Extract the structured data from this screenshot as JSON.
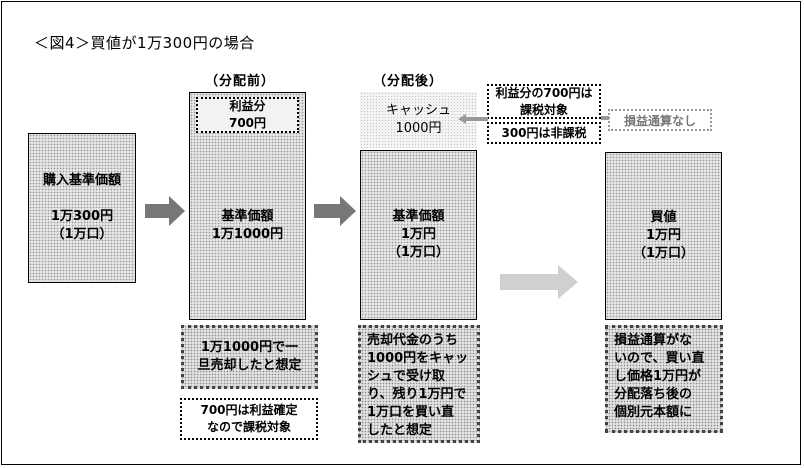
{
  "title": "＜図4＞買値が1万300円の場合",
  "columns": {
    "before": "（分配前）",
    "after": "（分配後）"
  },
  "purchase_box": {
    "line1": "購入基準価額",
    "line2": "1万300円",
    "line3": "（1万口）"
  },
  "before_box": {
    "profit_line1": "利益分",
    "profit_line2": "700円",
    "line1": "基準価額",
    "line2": "1万1000円"
  },
  "cash_box": {
    "line1": "キャッシュ",
    "line2": "1000円"
  },
  "after_box": {
    "line1": "基準価額",
    "line2": "1万円",
    "line3": "（1万口）"
  },
  "buy_box": {
    "line1": "買値",
    "line2": "1万円",
    "line3": "（1万口）"
  },
  "tax_notes": {
    "taxable_line1": "利益分の700円は",
    "taxable_line2": "課税対象",
    "non_taxable": "300円は非課税",
    "no_offset": "損益通算なし"
  },
  "notes": {
    "sold_line1": "1万1000円で一",
    "sold_line2": "旦売却したと想定",
    "profit_fixed_line1": "700円は利益確定",
    "profit_fixed_line2": "なので課税対象",
    "rebuy_line1": "売却代金のうち",
    "rebuy_line2": "1000円をキャッ",
    "rebuy_line3": "シュで受け取",
    "rebuy_line4": "り、残り1万円で",
    "rebuy_line5": "1万口を買い直",
    "rebuy_line6": "したと想定",
    "cost_line1": "損益通算がな",
    "cost_line2": "いので、買い直",
    "cost_line3": "し価格1万円が",
    "cost_line4": "分配落ち後の",
    "cost_line5": "個別元本額に"
  },
  "colors": {
    "arrow_dark": "#777777",
    "arrow_light": "#d0d0d0",
    "arrow_gray": "#999999"
  }
}
